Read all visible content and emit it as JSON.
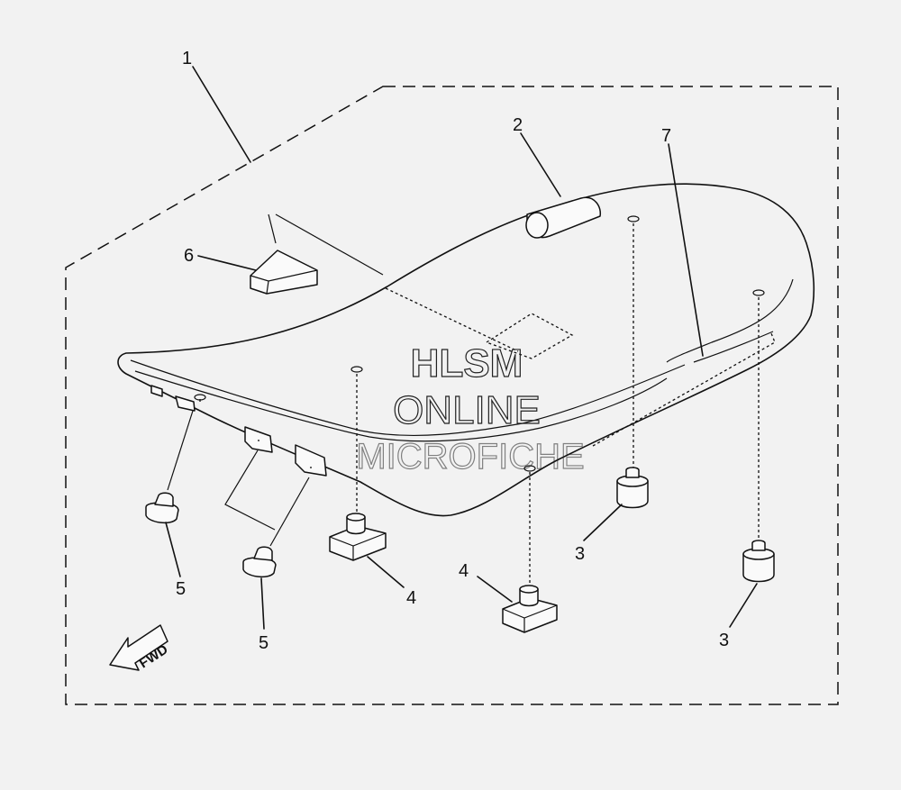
{
  "callouts": {
    "c1": "1",
    "c2": "2",
    "c3a": "3",
    "c3b": "3",
    "c4a": "4",
    "c4b": "4",
    "c5a": "5",
    "c5b": "5",
    "c6": "6",
    "c7": "7"
  },
  "fwd_label": "FWD",
  "watermark": {
    "line1": "HLSM",
    "line2": "ONLINE",
    "line3": "MICROFICHE"
  },
  "colors": {
    "background": "#f2f2f2",
    "ink": "#111111"
  }
}
